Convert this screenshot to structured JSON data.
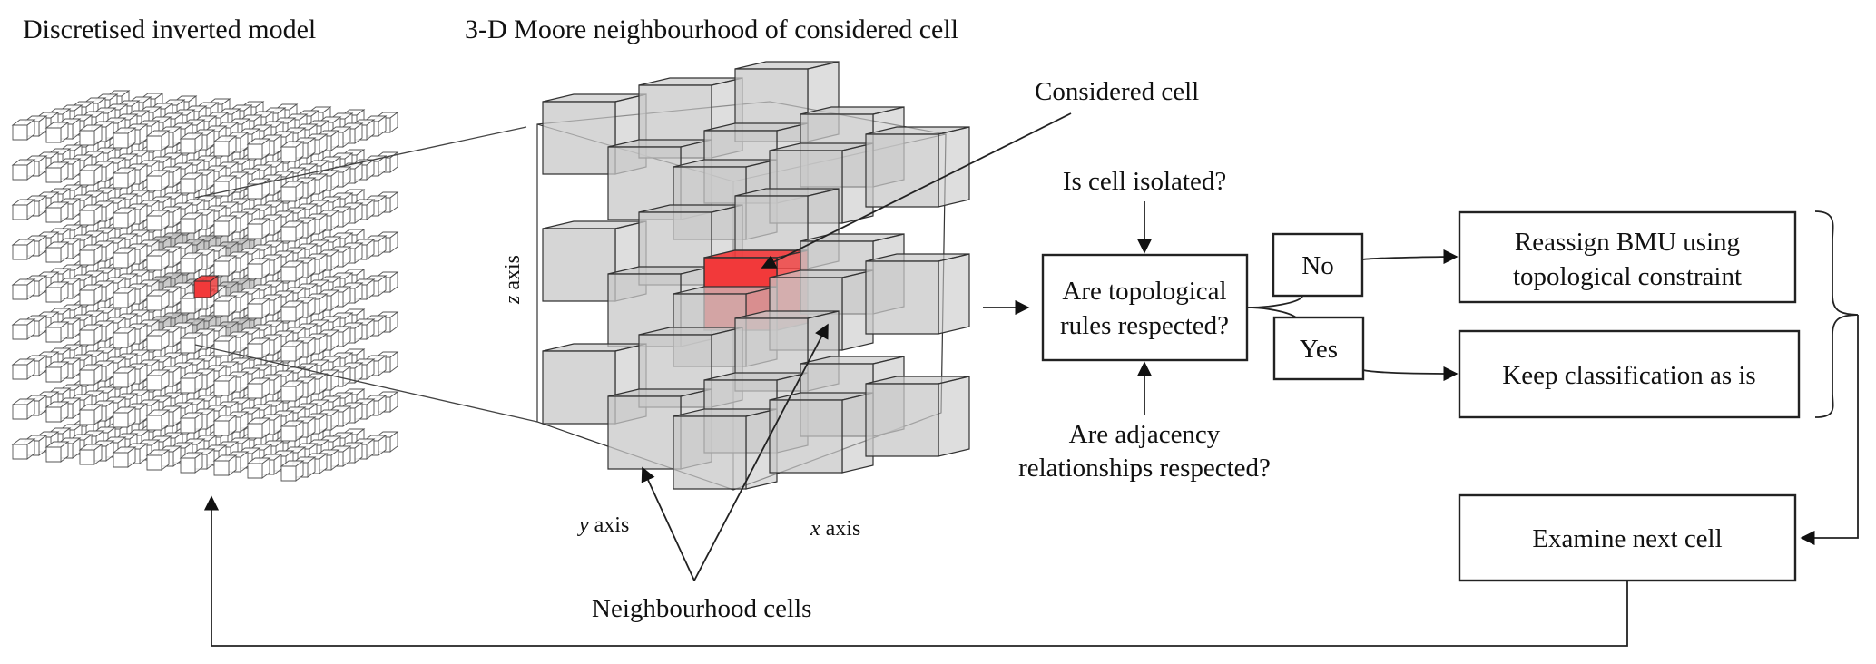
{
  "titles": {
    "discretised_model": "Discretised inverted model",
    "moore_neighbourhood": "3-D Moore neighbourhood of considered cell"
  },
  "annotations": {
    "considered_cell": "Considered cell",
    "neighbourhood_cells": "Neighbourhood cells",
    "z_axis_var": "z",
    "y_axis_var": "y",
    "x_axis_var": "x",
    "axis_word": "axis"
  },
  "flow": {
    "question_top": "Is cell isolated?",
    "decision_line1": "Are topological",
    "decision_line2": "rules respected?",
    "question_bottom_line1": "Are adjacency",
    "question_bottom_line2": "relationships respected?",
    "branch_no": "No",
    "branch_yes": "Yes",
    "reassign_line1": "Reassign BMU using",
    "reassign_line2": "topological constraint",
    "keep": "Keep classification as is",
    "next_cell": "Examine next cell"
  },
  "colors": {
    "considered_cell": "#f2393a",
    "neighbour_cell": "#c8c8c8",
    "wire_cell": "#ffffff",
    "line": "#222222"
  },
  "grids": {
    "model_layers": 9,
    "model_rows": 9,
    "model_cols": 9,
    "moore_size": 3
  }
}
